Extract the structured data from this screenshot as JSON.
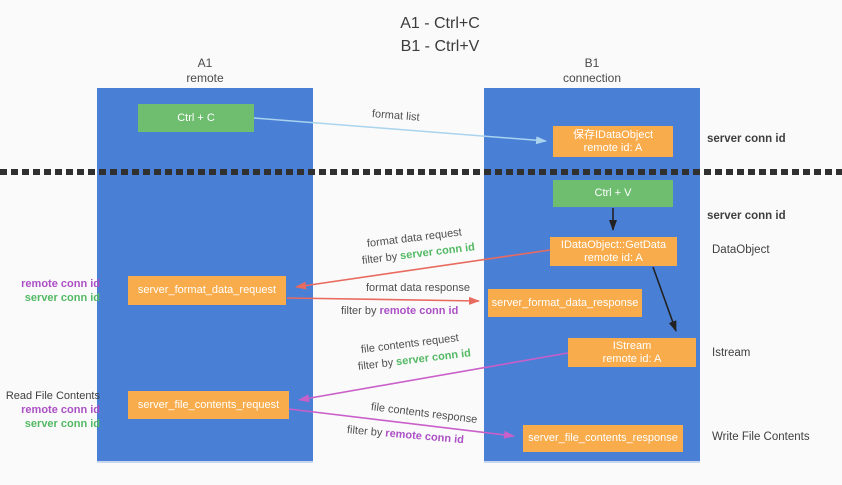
{
  "title": {
    "line1": "A1 - Ctrl+C",
    "line2": "B1 - Ctrl+V"
  },
  "lanes": {
    "left": {
      "title": "A1",
      "subtitle": "remote"
    },
    "right": {
      "title": "B1",
      "subtitle": "connection"
    }
  },
  "nodes": {
    "ctrl_c": {
      "label": "Ctrl + C"
    },
    "ctrl_v": {
      "label": "Ctrl + V"
    },
    "save_idataobject": {
      "line1": "保存IDataObject",
      "line2": "remote id: A"
    },
    "getdata": {
      "line1": "IDataObject::GetData",
      "line2": "remote id: A"
    },
    "istream": {
      "line1": "IStream",
      "line2": "remote id: A"
    },
    "format_request": {
      "label": "server_format_data_request"
    },
    "format_response": {
      "label": "server_format_data_response"
    },
    "file_request": {
      "label": "server_file_contents_request"
    },
    "file_response": {
      "label": "server_file_contents_response"
    }
  },
  "arrow_labels": {
    "format_list": "format list",
    "format_data_request": "format data request",
    "format_data_response": "format data response",
    "file_contents_request": "file contents request",
    "file_contents_response": "file contents response",
    "filter_by": "filter by",
    "server_conn_id": "server conn id",
    "remote_conn_id": "remote conn id"
  },
  "side_labels": {
    "server_conn_id_top": "server conn id",
    "server_conn_id_mid": "server conn id",
    "dataobject": "DataObject",
    "istream": "Istream",
    "write_file_contents": "Write File Contents",
    "read_file_contents": "Read File Contents",
    "remote_conn_id": "remote conn id",
    "server_conn_id": "server conn id"
  },
  "colors": {
    "lane_blue": "#4A7FD6",
    "node_orange": "#F8AC4C",
    "node_green": "#6FBE70",
    "arrow_red": "#E96A5F",
    "arrow_magenta": "#C95FC9",
    "arrow_light_blue": "#A9D3EE",
    "arrow_black": "#222222",
    "id_text_green": "#53B964",
    "id_text_purple": "#AC50C5"
  }
}
